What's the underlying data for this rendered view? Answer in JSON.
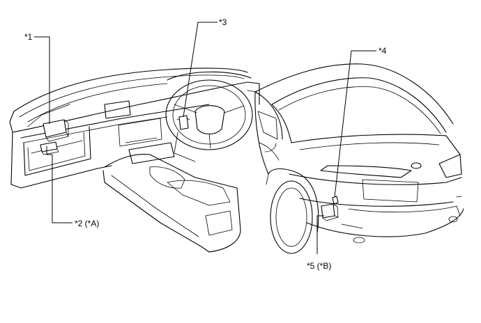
{
  "callouts": {
    "c1": "*1",
    "c2": "*2 (*A)",
    "c3": "*3",
    "c4": "*4",
    "c5": "*5 (*B)"
  }
}
